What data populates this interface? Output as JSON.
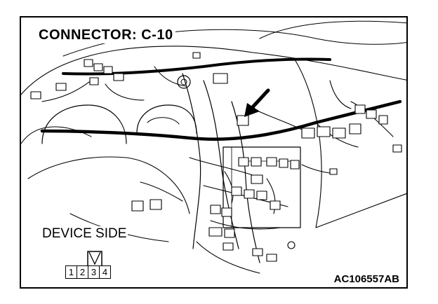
{
  "diagram": {
    "title": "CONNECTOR: C-10",
    "device_side_label": "DEVICE SIDE",
    "pins": [
      "1",
      "2",
      "3",
      "4"
    ],
    "figure_code": "AC106557AB"
  },
  "icons": {
    "arrow": "pointer-arrow-icon",
    "key": "connector-key-icon"
  },
  "colors": {
    "ink": "#000000",
    "background": "#ffffff"
  }
}
